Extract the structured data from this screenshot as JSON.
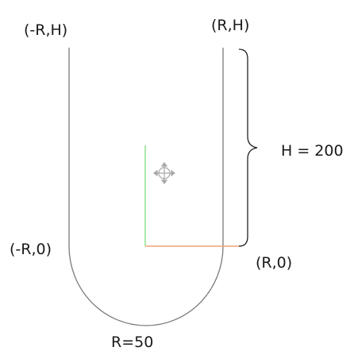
{
  "labels": {
    "top_left": "(-R,H)",
    "top_right": "(R,H)",
    "mid_left": "(-R,0)",
    "mid_right": "(R,0)",
    "height": "H = 200",
    "radius": "R=50"
  },
  "icons": {
    "move_gizmo": "move-crosshair-icon"
  },
  "colors": {
    "outline": "#7a7a7a",
    "brace": "#222222",
    "axis_x": "#f0a27a",
    "axis_y": "#8fe08a",
    "gizmo": "#a8a8a8",
    "text": "#1a1a1a"
  }
}
